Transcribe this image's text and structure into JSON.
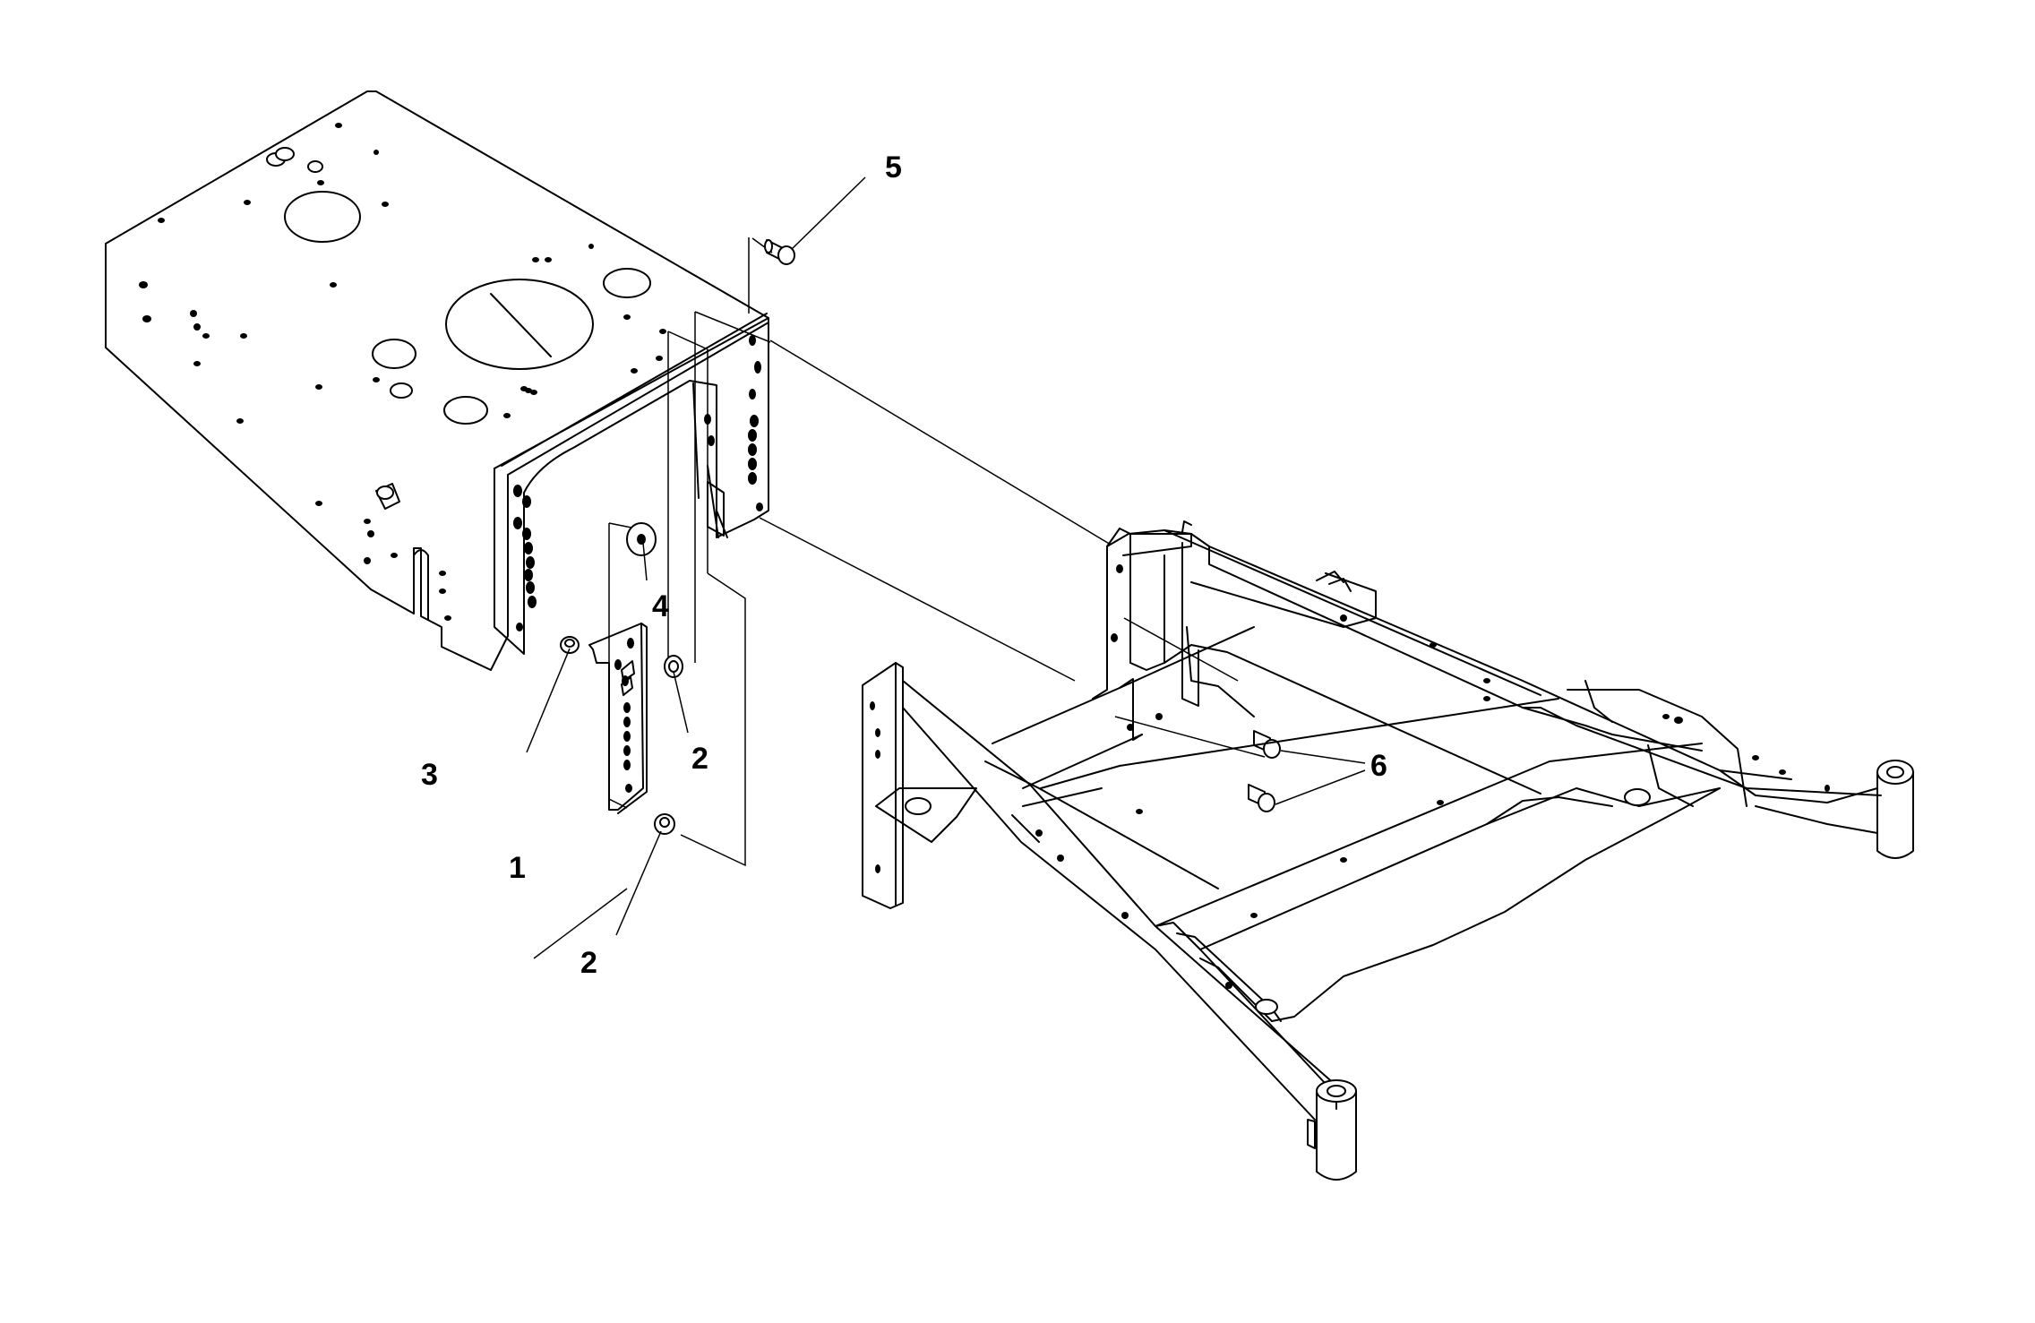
{
  "diagram": {
    "callouts": [
      {
        "id": "c1",
        "label": "1"
      },
      {
        "id": "c2a",
        "label": "2"
      },
      {
        "id": "c2b",
        "label": "2"
      },
      {
        "id": "c3",
        "label": "3"
      },
      {
        "id": "c4",
        "label": "4"
      },
      {
        "id": "c5",
        "label": "5"
      },
      {
        "id": "c6",
        "label": "6"
      }
    ]
  }
}
